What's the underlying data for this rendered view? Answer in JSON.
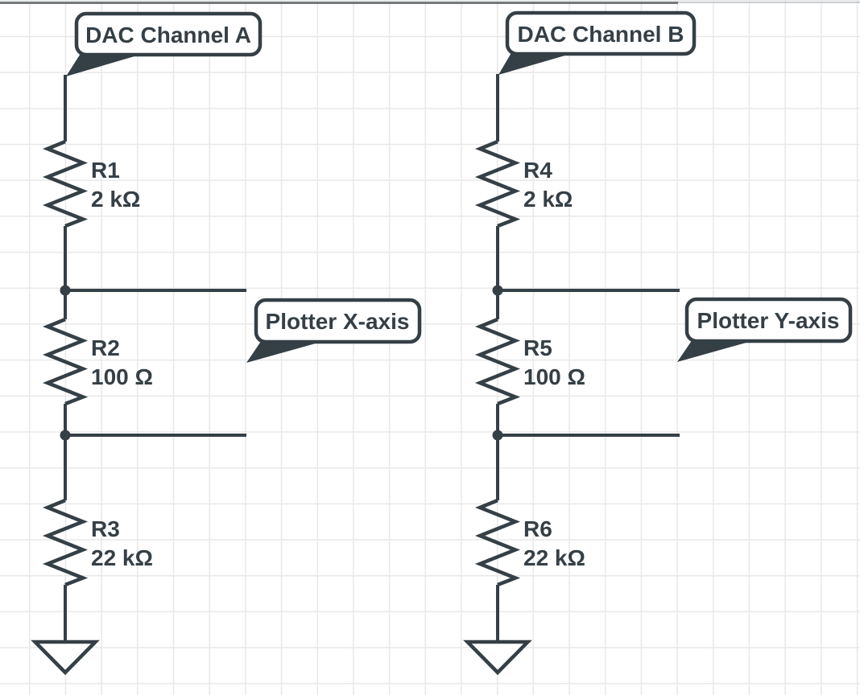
{
  "canvas": {
    "background": "#ffffff",
    "grid_color": "#e8e8e8",
    "grid_size": "44.7px",
    "stroke_color": "#353f46",
    "label_color": "#353f46",
    "shape_fill": "#ffffff",
    "top_edge_dark_color": "#75797c",
    "top_edge_light_color": "#c9cdd0"
  },
  "circuits": [
    {
      "name": "A",
      "source_label": "DAC Channel A",
      "tap_label": "Plotter X-axis",
      "resistors": [
        {
          "ref": "R1",
          "value": "2 kΩ"
        },
        {
          "ref": "R2",
          "value": "100 Ω"
        },
        {
          "ref": "R3",
          "value": "22 kΩ"
        }
      ]
    },
    {
      "name": "B",
      "source_label": "DAC Channel B",
      "tap_label": "Plotter Y-axis",
      "resistors": [
        {
          "ref": "R4",
          "value": "2 kΩ"
        },
        {
          "ref": "R5",
          "value": "100 Ω"
        },
        {
          "ref": "R6",
          "value": "22 kΩ"
        }
      ]
    }
  ]
}
